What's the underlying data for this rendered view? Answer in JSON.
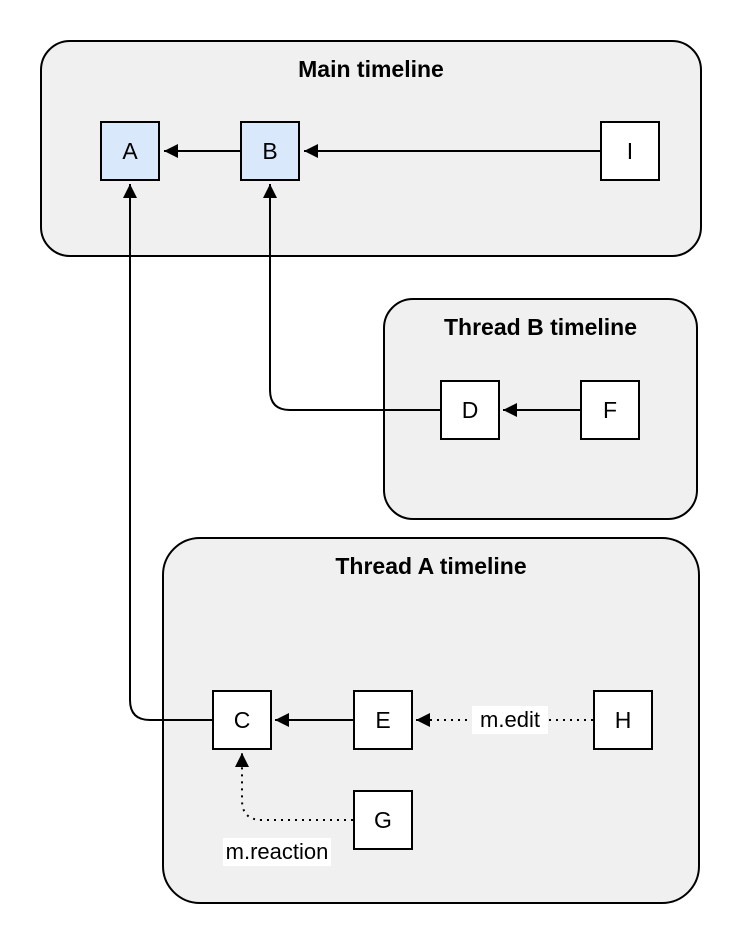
{
  "diagram": {
    "groups": {
      "main": {
        "title": "Main timeline"
      },
      "thread_b": {
        "title": "Thread B timeline"
      },
      "thread_a": {
        "title": "Thread A timeline"
      }
    },
    "nodes": {
      "a": {
        "label": "A",
        "highlighted": true
      },
      "b": {
        "label": "B",
        "highlighted": true
      },
      "i": {
        "label": "I",
        "highlighted": false
      },
      "d": {
        "label": "D",
        "highlighted": false
      },
      "f": {
        "label": "F",
        "highlighted": false
      },
      "c": {
        "label": "C",
        "highlighted": false
      },
      "e": {
        "label": "E",
        "highlighted": false
      },
      "h": {
        "label": "H",
        "highlighted": false
      },
      "g": {
        "label": "G",
        "highlighted": false
      }
    },
    "edges": [
      {
        "from": "B",
        "to": "A",
        "style": "solid",
        "label": ""
      },
      {
        "from": "I",
        "to": "B",
        "style": "solid",
        "label": ""
      },
      {
        "from": "F",
        "to": "D",
        "style": "solid",
        "label": ""
      },
      {
        "from": "D",
        "to": "B",
        "style": "solid",
        "label": ""
      },
      {
        "from": "E",
        "to": "C",
        "style": "solid",
        "label": ""
      },
      {
        "from": "C",
        "to": "A",
        "style": "solid",
        "label": ""
      },
      {
        "from": "H",
        "to": "E",
        "style": "dotted",
        "label": "m.edit"
      },
      {
        "from": "G",
        "to": "C",
        "style": "dotted",
        "label": "m.reaction"
      }
    ],
    "edge_labels": {
      "edit": "m.edit",
      "reaction": "m.reaction"
    },
    "colors": {
      "group_fill": "#f0f0f0",
      "node_fill": "#ffffff",
      "node_highlight_fill": "#dae8fc",
      "stroke": "#000000",
      "text": "#000000",
      "canvas": "#ffffff"
    }
  }
}
